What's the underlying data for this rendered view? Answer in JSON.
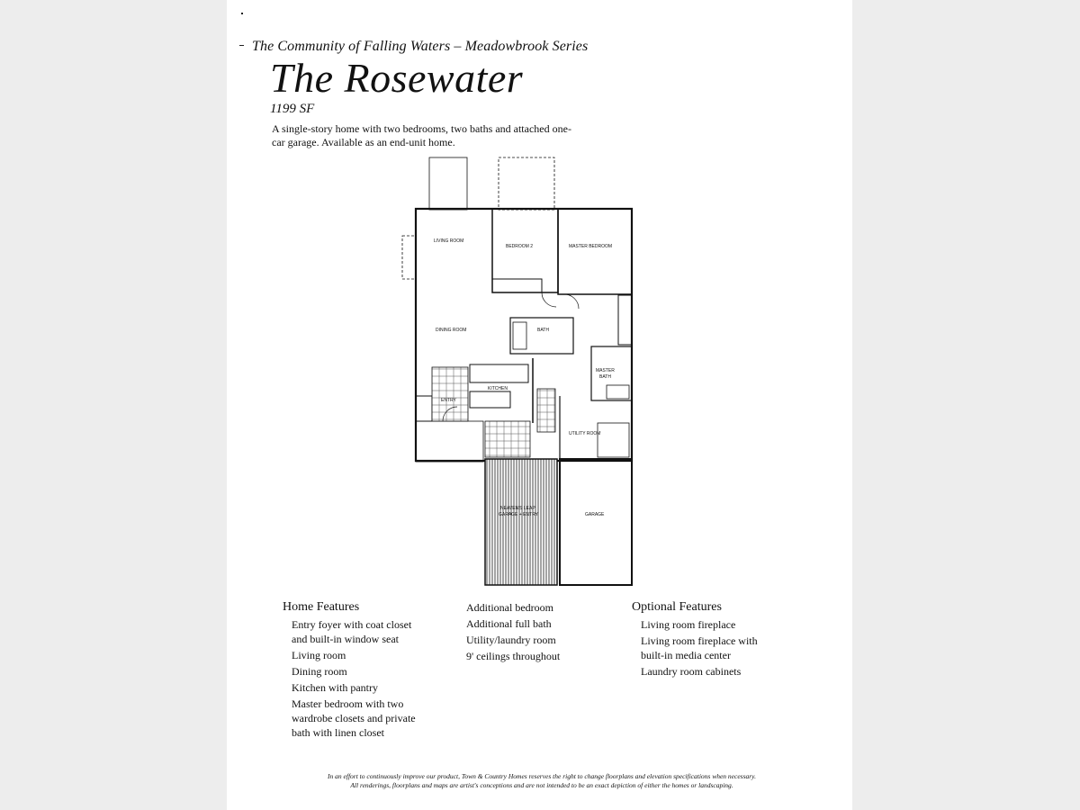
{
  "header": {
    "series": "The Community of Falling Waters – Meadowbrook Series",
    "title": "The Rosewater",
    "square_feet": "1199 SF",
    "description": "A single-story home with two bedrooms, two baths and attached one-car garage. Available as an end-unit home."
  },
  "plan": {
    "rooms": {
      "living": "LIVING ROOM",
      "bedroom2": "BEDROOM 2",
      "master_bedroom": "MASTER BEDROOM",
      "dining": "DINING ROOM",
      "bath": "BATH",
      "master_bath_1": "MASTER",
      "master_bath_2": "BATH",
      "entry": "ENTRY",
      "kitchen": "KITCHEN",
      "utility": "UTILITY ROOM",
      "garage": "GARAGE",
      "neighbor_1": "NEAVEN'S LEAP",
      "neighbor_2": "GARAGE + ENTRY"
    }
  },
  "features": {
    "home": {
      "heading": "Home Features",
      "items": [
        "Entry foyer with coat closet and built-in window seat",
        "Living room",
        "Dining room",
        "Kitchen with pantry",
        "Master bedroom with two wardrobe closets and private bath with linen closet"
      ]
    },
    "additional": {
      "items": [
        "Additional bedroom",
        "Additional full bath",
        "Utility/laundry room",
        "9' ceilings throughout"
      ]
    },
    "optional": {
      "heading": "Optional Features",
      "items": [
        "Living room fireplace",
        "Living room fireplace with built-in media center",
        "Laundry room cabinets"
      ]
    }
  },
  "footer": {
    "disclaimer_1": "In an effort to continuously improve our product, Town & Country Homes reserves the right to change floorplans and elevation specifications when necessary.",
    "disclaimer_2": "All renderings, floorplans and maps are artist's conceptions and are not intended to be an exact depiction of either the homes or landscaping."
  }
}
